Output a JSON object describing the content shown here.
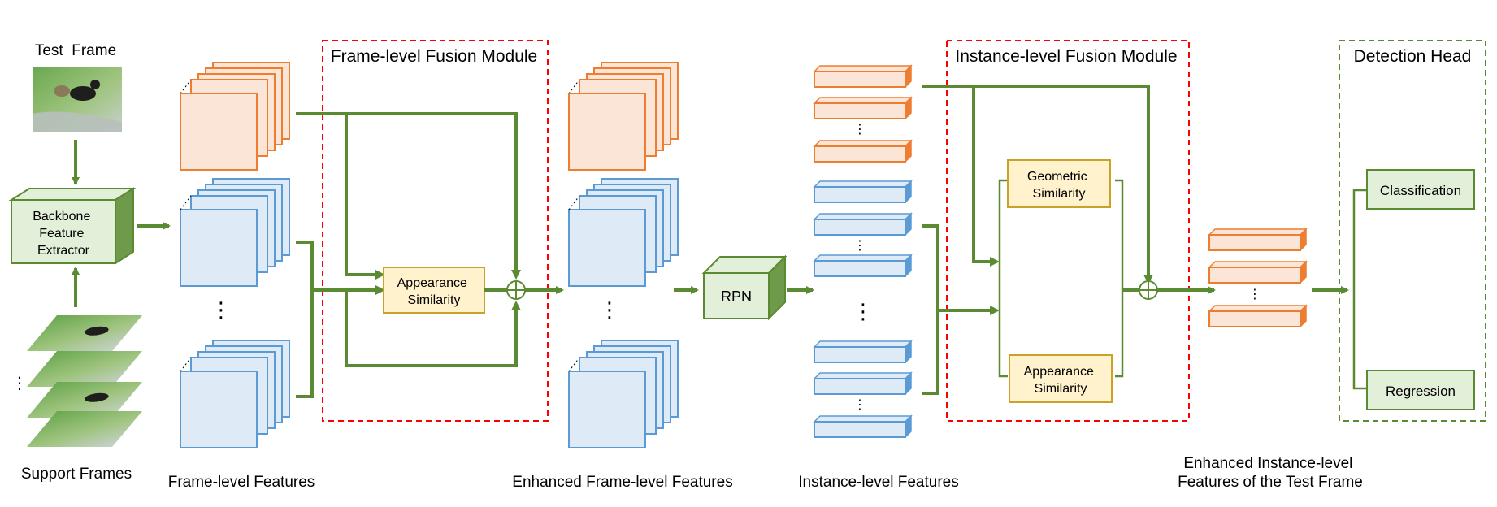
{
  "labels": {
    "test_frame": "Test  Frame",
    "support_frames": "Support Frames",
    "backbone": [
      "Backbone",
      "Feature",
      "Extractor"
    ],
    "frame_features": "Frame-level Features",
    "frame_fusion": "Frame-level Fusion Module",
    "appearance_similarity": [
      "Appearance",
      "Similarity"
    ],
    "enhanced_frame_features": "Enhanced Frame-level Features",
    "rpn": "RPN",
    "instance_features": "Instance-level Features",
    "instance_fusion": "Instance-level Fusion Module",
    "geometric_similarity": [
      "Geometric",
      "Similarity"
    ],
    "enhanced_instance_features": [
      "Enhanced Instance-level",
      "Features of the Test Frame"
    ],
    "detection_head": "Detection Head",
    "classification": "Classification",
    "regression": "Regression"
  },
  "colors": {
    "arrow_green": "#5a8a32",
    "box_green_fill": "#e2efd9",
    "box_green_stroke": "#5a8a32",
    "yellow_fill": "#fff2cc",
    "yellow_stroke": "#c9a227",
    "orange_stroke": "#ed7d31",
    "orange_fill": "#fbe5d6",
    "blue_stroke": "#5b9bd5",
    "blue_fill": "#deebf7",
    "red_dash": "#ff0000"
  },
  "icons": {
    "plus": "circle-plus-icon"
  }
}
